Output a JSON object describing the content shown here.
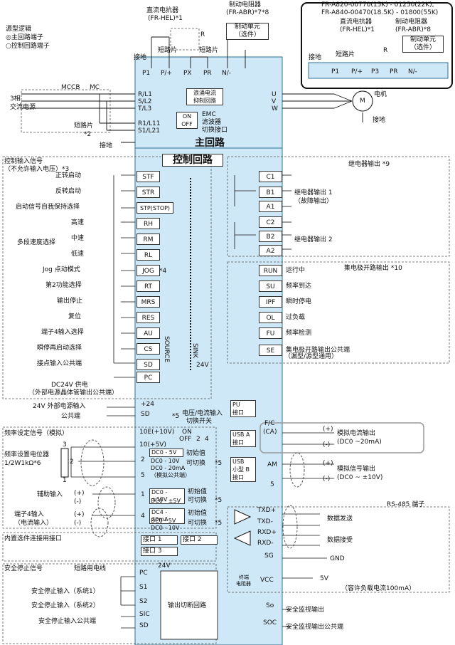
{
  "header": {
    "model_line_1": "FR-A820-00770(15K) - 01250(22K),",
    "model_line_2": "FR-A840-00470(18.5K) - 01800(55K)",
    "dc_reactor_1": "直流电抗器",
    "dc_reactor_1_model": "(FR-HEL)*1",
    "brake_resistor_1": "制动电阻器",
    "brake_resistor_1_model": "(FR-ABR)*7*8",
    "brake_unit_1": "制动单元",
    "brake_unit_1_opt": "（选件）",
    "dc_reactor_2": "直流电抗器",
    "dc_reactor_2_model": "(FR-HEL)*1",
    "brake_resistor_2": "制动电阻器",
    "brake_resistor_2_model": "(FR-ABR)*8",
    "brake_unit_2": "制动单元",
    "brake_unit_2_opt": "（选件）",
    "short_bar": "短路片",
    "ground": "接地"
  },
  "legend": {
    "title": "源型逻辑",
    "main_terminal": "◎主回路端子",
    "control_terminal": "○控制回路端子"
  },
  "main_circuit": {
    "title": "主回路",
    "input_label_1": "3相",
    "input_label_2": "交流电源",
    "mccb": "MCCB",
    "mc": "MC",
    "short_bar_note": "短路片",
    "note_2": "*2",
    "ground": "接地",
    "inrush": "浪涌电流",
    "inrush_2": "抑制回路",
    "emc_title": "EMC",
    "emc_line2": "滤波器",
    "emc_line3": "切换接口",
    "on": "ON",
    "off": "OFF",
    "motor": "电机",
    "motor_m": "M",
    "motor_ground": "接地",
    "terminals_top": [
      "P1",
      "P/+",
      "PX",
      "PR",
      "N/-"
    ],
    "terminals_top_2": [
      "P1",
      "P/+",
      "P3",
      "PR",
      "N/-"
    ],
    "r_label": "R",
    "terminals_in": [
      "R/L1",
      "S/L2",
      "T/L3",
      "R1/L11",
      "S1/L21"
    ],
    "terminals_out": [
      "U",
      "V",
      "W"
    ]
  },
  "control": {
    "title": "控制回路",
    "input_title": "控制输入信号",
    "input_note": "（不允许输入电压）*3",
    "inputs": [
      {
        "label": "正转启动",
        "term": "STF"
      },
      {
        "label": "反转启动",
        "term": "STR"
      },
      {
        "label": "启动信号自我保持选择",
        "term": "STP(STOP)"
      },
      {
        "label": "高速",
        "term": "RH"
      },
      {
        "label": "中速",
        "term": "RM"
      },
      {
        "label": "低速",
        "term": "RL"
      },
      {
        "label": "Jog 点动模式",
        "term": "JOG"
      },
      {
        "label": "第2功能选择",
        "term": "RT"
      },
      {
        "label": "输出停止",
        "term": "MRS"
      },
      {
        "label": "复位",
        "term": "RES"
      },
      {
        "label": "端子4输入选择",
        "term": "AU"
      },
      {
        "label": "瞬停再启动选择",
        "term": "CS"
      },
      {
        "label": "接点输入公共端",
        "term": "SD"
      }
    ],
    "multi_speed": "多段速度选择",
    "jog_note": "*4",
    "pc_term": "PC",
    "source": "SOURCE",
    "sink": "SINK",
    "v24": "24V",
    "dc24_1": "DC24V 供电",
    "dc24_2": "（外部电源晶体管输出公共端）",
    "ext_24_label": "24V 外部电源输入",
    "common_label": "公共端",
    "plus24": "+24",
    "sd": "SD",
    "note_5": "*5",
    "vi_switch_1": "电压/电流输入",
    "vi_switch_2": "切换开关",
    "sw_on": "ON",
    "sw_off": "OFF",
    "sw_2": "2",
    "sw_4": "4"
  },
  "relay": {
    "title": "继电器输出 *9",
    "terms": [
      "C1",
      "B1",
      "A1",
      "C2",
      "B2",
      "A2"
    ],
    "out1": "继电器输出 1",
    "out1b": "（故障输出）",
    "out2": "继电器输出 2"
  },
  "collector": {
    "title": "集电极开路输出 *10",
    "items": [
      {
        "term": "RUN",
        "label": "运行中"
      },
      {
        "term": "SU",
        "label": "频率到达"
      },
      {
        "term": "IPF",
        "label": "瞬时停电"
      },
      {
        "term": "OL",
        "label": "过负载"
      },
      {
        "term": "FU",
        "label": "频率检测"
      },
      {
        "term": "SE",
        "label": "集电极开路输出公共端"
      }
    ],
    "se_note": "（漏型/源型通用）"
  },
  "analog": {
    "title": "频率设定信号（模拟）",
    "pot_1": "频率设置电位器",
    "pot_2": "1/2W1kΩ*6",
    "pot_3": "3",
    "pot_2n": "2",
    "pot_1n": "1",
    "aux": "辅助输入",
    "t4_1": "端子4输入",
    "t4_2": "（电流输入）",
    "plus": "(+)",
    "minus": "(-)",
    "terms": [
      "10E(+10V)",
      "10(+5V)",
      "2",
      "5",
      "1",
      "4"
    ],
    "box_2": [
      "DC0 - 5V",
      "DC0 - 10V",
      "DC0 - 20mA",
      "（模拟公共端）"
    ],
    "box_1": [
      "DC0 - ±10V",
      "DC0 - ±5V"
    ],
    "box_4": [
      "DC4 - 20mA",
      "DC0 - 5V",
      "DC0 - 10V"
    ],
    "init": "初始值",
    "switchable": "可切换",
    "note5": "*5"
  },
  "comm": {
    "pu": "PU",
    "pu2": "接口",
    "usb_a": "USB A",
    "usb_a2": "接口",
    "usb_b": "USB",
    "usb_b2": "小型 B",
    "usb_b3": "接口",
    "fc": "F/C",
    "ca": "(CA)",
    "am": "AM",
    "five": "5",
    "analog_current": "模拟电流输出",
    "analog_current_2": "(DC0 ~20mA)",
    "analog_signal": "模拟信号输出",
    "analog_signal_2": "(DC0 ~ ±10V)",
    "rs485": "RS-485 端子",
    "txdp": "TXD+",
    "txdm": "TXD-",
    "rxdp": "RXD+",
    "rxdm": "RXD-",
    "sg": "SG",
    "vcc": "VCC",
    "send": "数据发送",
    "recv": "数据接受",
    "gnd": "GND",
    "term_res": "终端",
    "term_res_2": "电阻器",
    "v5": "5V",
    "allow": "（容许负载电流100mA）"
  },
  "option": {
    "title": "内置选件连接用接口",
    "port1": "接口 1",
    "port2": "接口 2",
    "port3": "接口 3"
  },
  "safety": {
    "title": "安全停止信号",
    "short": "短路用电线",
    "in1": "安全停止输入（系统1）",
    "in2": "安全停止输入（系统2）",
    "com": "安全停止输入公共端",
    "cut": "输出切断回路",
    "v24": "24V",
    "terms": [
      "PC",
      "S1",
      "S2",
      "SIC",
      "SD"
    ],
    "so": "So",
    "soc": "SOC",
    "mon": "安全监视输出",
    "mon_com": "安全监视输出公共端"
  }
}
